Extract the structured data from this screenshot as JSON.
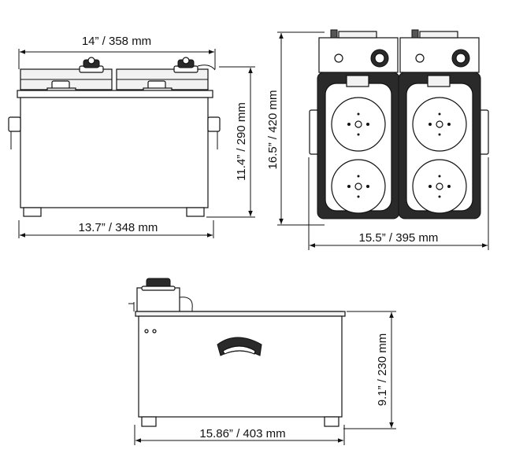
{
  "views": {
    "front": {
      "label_width_top": "14” / 358 mm",
      "label_width_bottom": "13.7” / 348 mm",
      "label_height": "11.4” / 290 mm"
    },
    "top": {
      "label_depth": "16.5” / 420 mm",
      "label_width": "15.5” / 395 mm"
    },
    "side": {
      "label_width": "15.86” / 403 mm",
      "label_height": "9.1” / 230 mm"
    }
  }
}
